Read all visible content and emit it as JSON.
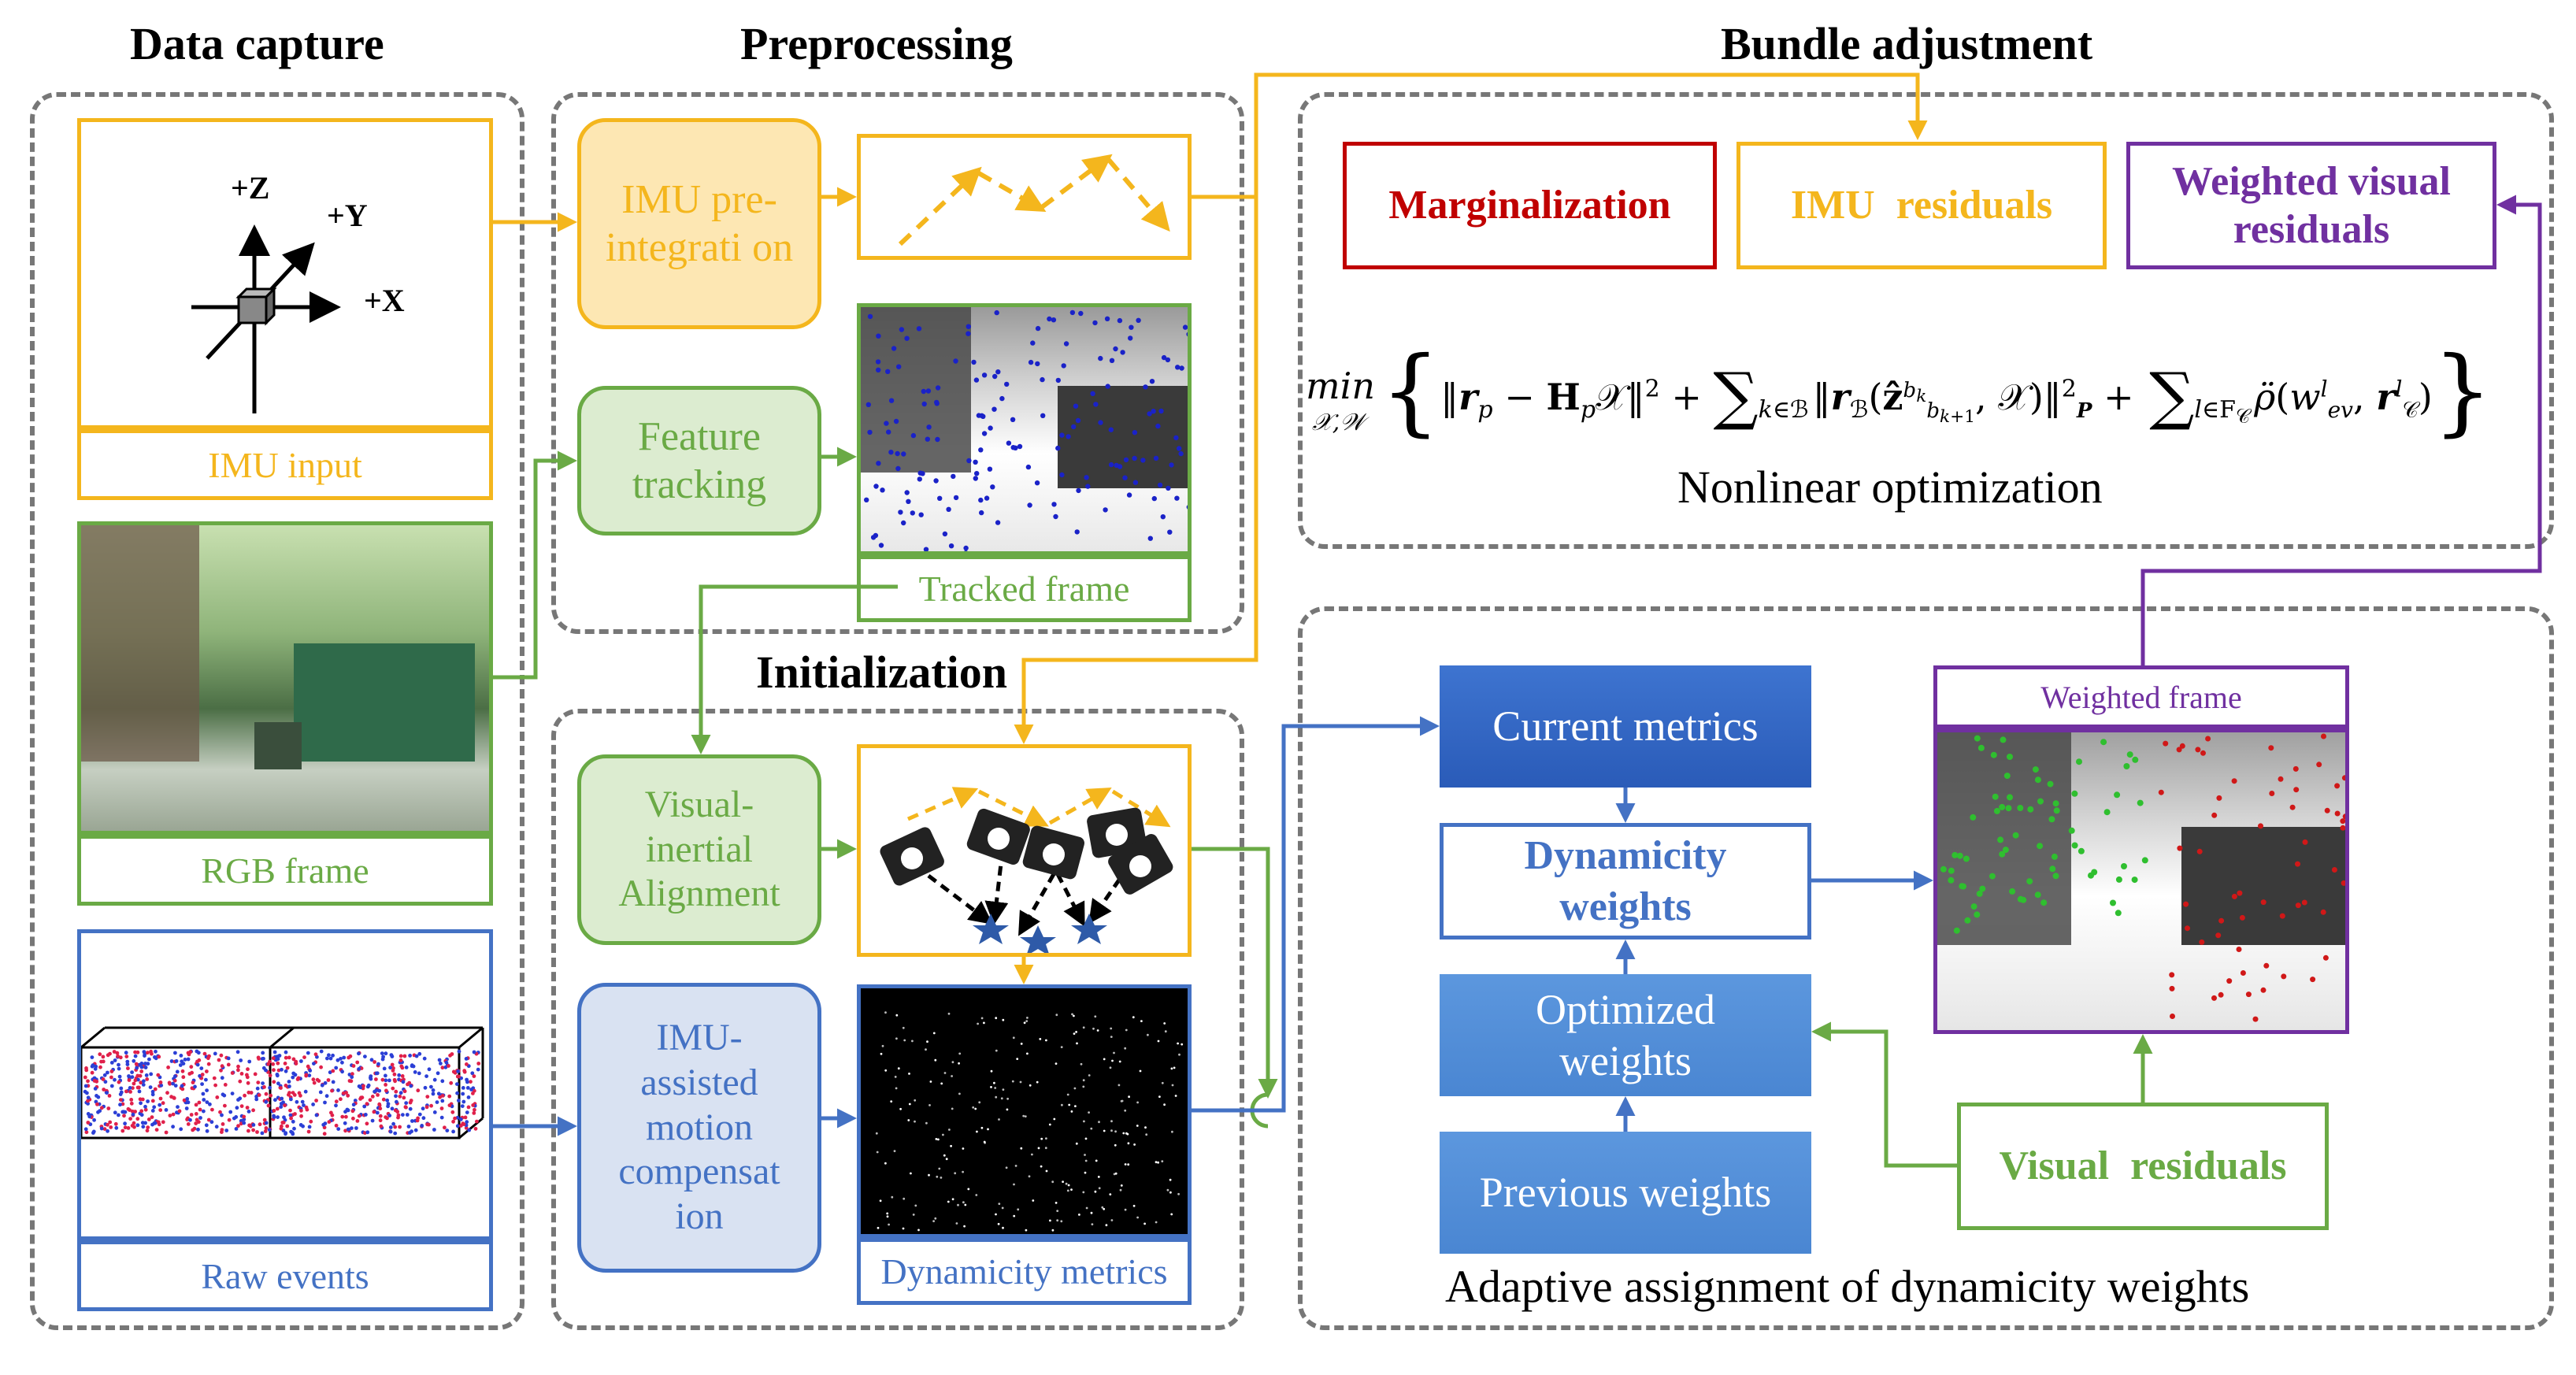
{
  "titles": {
    "data_capture": "Data capture",
    "preprocessing": "Preprocessing",
    "bundle_adjustment": "Bundle adjustment",
    "initialization": "Initialization"
  },
  "data_capture": {
    "imu_axes": {
      "z": "+Z",
      "y": "+Y",
      "x": "+X"
    },
    "imu_input_label": "IMU input",
    "rgb_frame_label": "RGB frame",
    "raw_events_label": "Raw events"
  },
  "preprocessing": {
    "imu_preintegration": "IMU pre-integrati on",
    "feature_tracking": "Feature tracking",
    "tracked_frame_label": "Tracked frame"
  },
  "initialization": {
    "visual_inertial_alignment": "Visual-inertial Alignment",
    "imu_assisted_motion_compensation": "IMU-assisted motion compensat ion",
    "dynamicity_metrics_label": "Dynamicity metrics"
  },
  "bundle_adjustment": {
    "marginalization": "Marginalization",
    "imu_residuals": "IMU residuals",
    "weighted_visual_residuals": "Weighted visual residuals",
    "nonlinear_optimization": "Nonlinear optimization"
  },
  "adaptive": {
    "current_metrics": "Current metrics",
    "dynamicity_weights": "Dynamicity weights",
    "optimized_weights": "Optimized weights",
    "previous_weights": "Previous weights",
    "weighted_frame_label": "Weighted frame",
    "visual_residuals": "Visual residuals",
    "caption": "Adaptive assignment of dynamicity weights"
  },
  "colors": {
    "imu_yellow": "#f4b61d",
    "visual_green": "#6aaa45",
    "event_blue": "#4472c4",
    "marginalization_red": "#c00000",
    "weighted_purple": "#7030a0",
    "panel_gray": "#777777"
  }
}
